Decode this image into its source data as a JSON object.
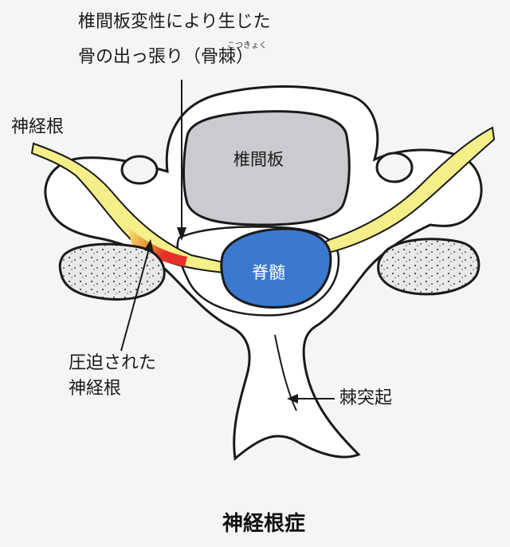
{
  "labels": {
    "osteophyte_line1": "椎間板変性により生じた",
    "osteophyte_line2": "骨の出っ張り（骨棘）",
    "osteophyte_ruby": "こつきょく",
    "nerve_root": "神経根",
    "disc": "椎間板",
    "spinal_cord": "脊髄",
    "compressed_line1": "圧迫された",
    "compressed_line2": "神経根",
    "spinous_process": "棘突起"
  },
  "title": "神経根症",
  "colors": {
    "nerve": "#f5ef8a",
    "compression": "#e6302a",
    "spinal_cord": "#3b78cf",
    "disc": "#c9cbce",
    "bone": "#ffffff",
    "outline": "#1a1a1a"
  }
}
